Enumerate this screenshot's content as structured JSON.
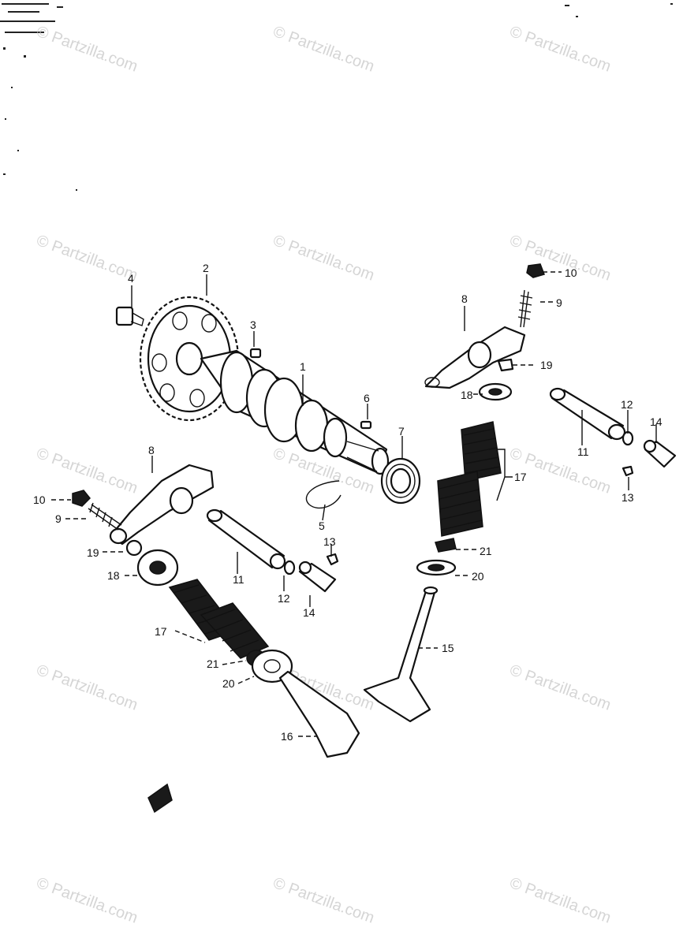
{
  "watermark": {
    "text": "© Partzilla.com"
  },
  "callouts": {
    "l1": "1",
    "l2": "2",
    "l3": "3",
    "l4": "4",
    "l5": "5",
    "l6": "6",
    "l7": "7",
    "l8a": "8",
    "l8b": "8",
    "l9a": "9",
    "l9b": "9",
    "l10a": "10",
    "l10b": "10",
    "l11a": "11",
    "l11b": "11",
    "l12a": "12",
    "l12b": "12",
    "l13a": "13",
    "l13b": "13",
    "l14a": "14",
    "l14b": "14",
    "l15": "15",
    "l16": "16",
    "l17a": "17",
    "l17b": "17",
    "l18a": "18",
    "l18b": "18",
    "l19a": "19",
    "l19b": "19",
    "l20a": "20",
    "l20b": "20",
    "l21a": "21",
    "l21b": "21"
  }
}
